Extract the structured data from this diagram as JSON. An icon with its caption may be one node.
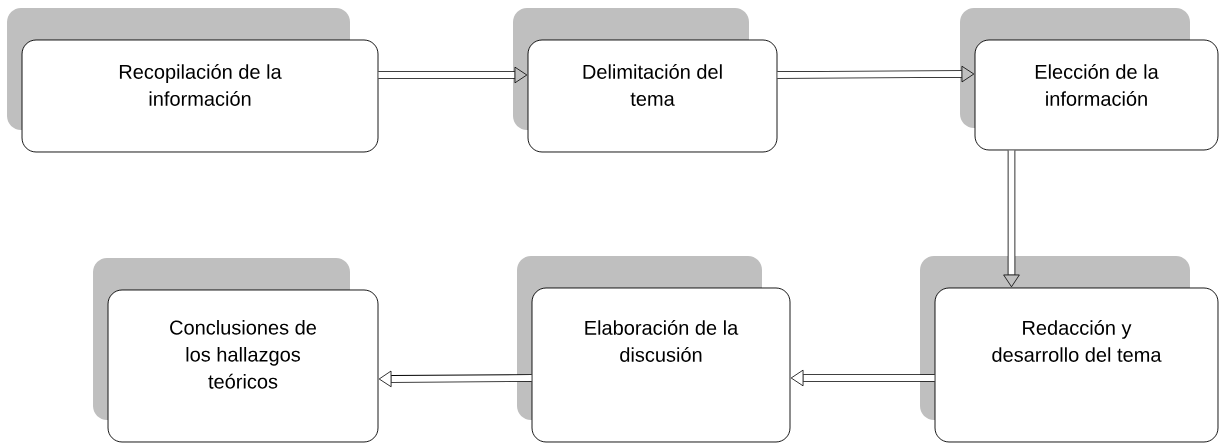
{
  "diagram": {
    "nodes": [
      {
        "text": [
          "Recopilación de la información"
        ]
      },
      {
        "text": [
          "Delimitación del tema"
        ]
      },
      {
        "text": [
          "Elección de la información"
        ]
      },
      {
        "text": [
          "Redacción y desarrollo del tema"
        ]
      },
      {
        "text": [
          "Elaboración de la discusión"
        ]
      },
      {
        "text": [
          "Conclusiones de los hallazgos teóricos"
        ]
      }
    ],
    "edges": [
      {
        "from": 0,
        "to": 1,
        "arrow": "to"
      },
      {
        "from": 1,
        "to": 2,
        "arrow": "to"
      },
      {
        "from": 2,
        "to": 3,
        "arrow": "to"
      },
      {
        "from": 3,
        "to": 4,
        "arrow": "to"
      },
      {
        "from": 4,
        "to": 5,
        "arrow": "to"
      }
    ]
  }
}
